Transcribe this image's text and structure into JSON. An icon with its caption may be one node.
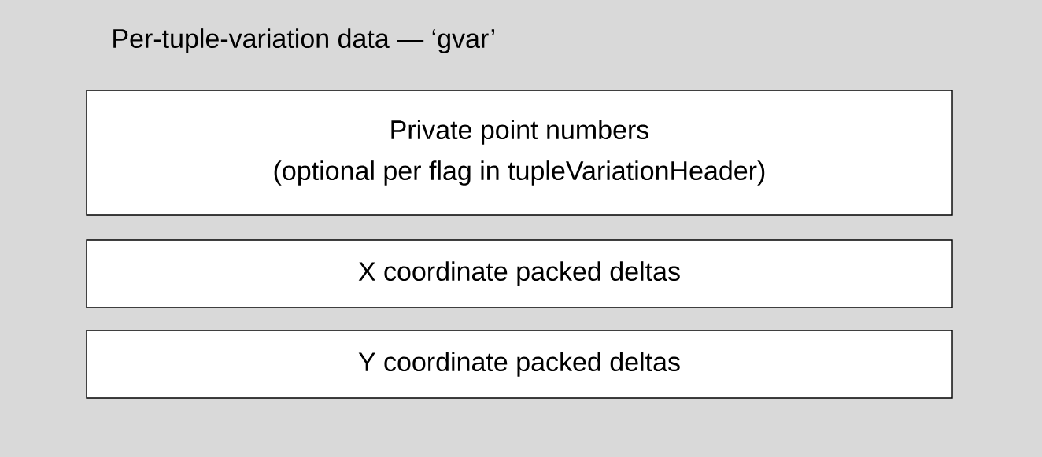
{
  "diagram": {
    "title": "Per-tuple-variation data — ‘gvar’",
    "nodes": [
      {
        "text": [
          "Private point numbers",
          "(optional per flag in tupleVariationHeader)"
        ]
      },
      {
        "text": [
          "X coordinate packed deltas"
        ]
      },
      {
        "text": [
          "Y coordinate packed deltas"
        ]
      }
    ]
  }
}
